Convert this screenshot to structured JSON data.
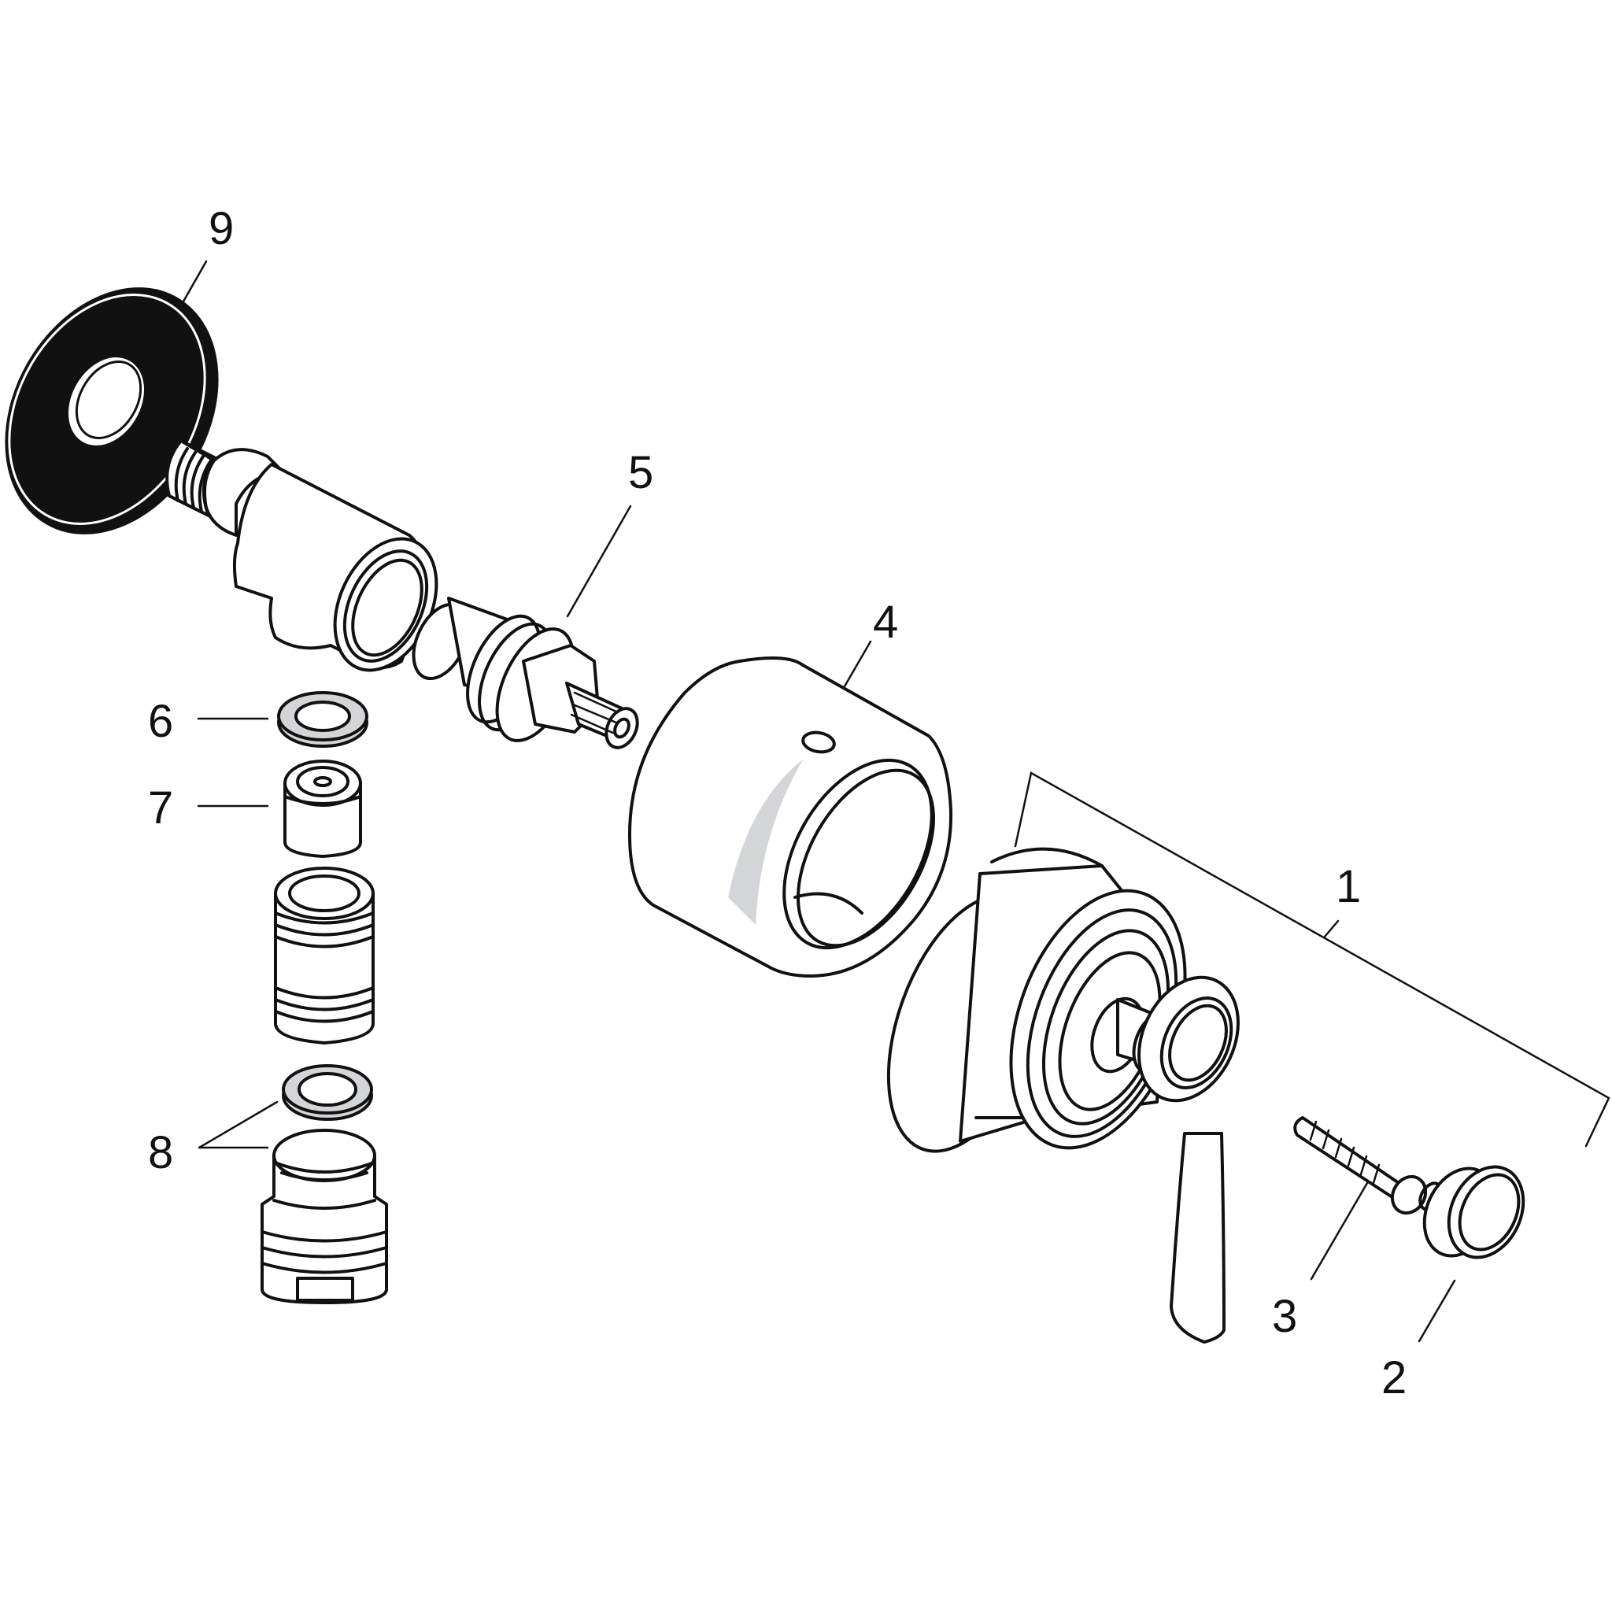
{
  "diagram": {
    "type": "exploded-parts-diagram",
    "background": "#ffffff",
    "line_color": "#111111",
    "seal_fill": "#d4d5d8",
    "callouts": [
      {
        "number": "1",
        "part": "handle-trim-set",
        "note": "bracket groups trim body, lever handle, screw and cap"
      },
      {
        "number": "2",
        "part": "cap-cover"
      },
      {
        "number": "3",
        "part": "fixing-screw"
      },
      {
        "number": "4",
        "part": "escutcheon-sleeve"
      },
      {
        "number": "5",
        "part": "valve-cartridge"
      },
      {
        "number": "6",
        "part": "seal-washer-upper"
      },
      {
        "number": "7",
        "part": "check-valve-insert"
      },
      {
        "number": "8",
        "part": "seal-and-threaded-connector"
      },
      {
        "number": "9",
        "part": "wall-rosette"
      }
    ],
    "unlabeled_parts": [
      "elbow-valve-body",
      "threaded-nipple-extension",
      "lever-handle"
    ]
  }
}
